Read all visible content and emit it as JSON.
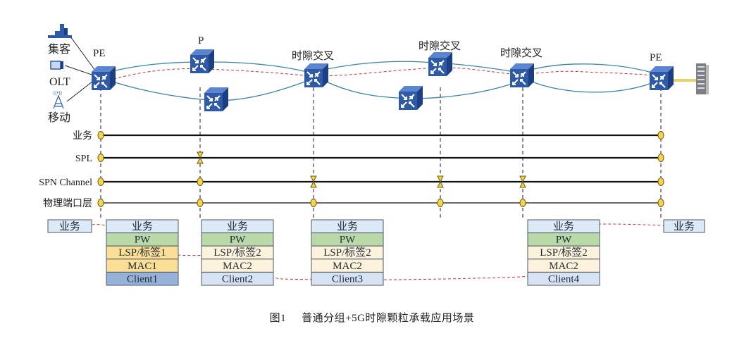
{
  "figure": {
    "caption_number": "图1",
    "caption_text": "普通分组+5G时隙颗粒承载应用场景"
  },
  "access_devices": [
    {
      "label": "集客",
      "icon": "enterprise-building-icon"
    },
    {
      "label": "OLT",
      "icon": "olt-device-icon"
    },
    {
      "label": "移动",
      "icon": "mobile-tower-icon"
    }
  ],
  "nodes": [
    {
      "id": "pe-left",
      "label": "PE",
      "role": "edge"
    },
    {
      "id": "p",
      "label": "P",
      "role": "core"
    },
    {
      "id": "p-lower",
      "label": "",
      "role": "core-alt"
    },
    {
      "id": "tsx-1",
      "label": "时隙交叉",
      "role": "timeslot-cross"
    },
    {
      "id": "tsx-2",
      "label": "时隙交叉",
      "role": "timeslot-cross"
    },
    {
      "id": "tsx-2-lower",
      "label": "",
      "role": "core-alt"
    },
    {
      "id": "tsx-3",
      "label": "时隙交叉",
      "role": "timeslot-cross"
    },
    {
      "id": "pe-right",
      "label": "PE",
      "role": "edge"
    }
  ],
  "server_icon": "server-rack-icon",
  "layers": [
    {
      "label": "业务",
      "markers": [
        "dot",
        "none",
        "none",
        "none",
        "none",
        "dot"
      ]
    },
    {
      "label": "SPL",
      "markers": [
        "dot",
        "bowtie",
        "none",
        "none",
        "none",
        "dot"
      ]
    },
    {
      "label": "SPN Channel",
      "markers": [
        "dot",
        "dot",
        "bowtie",
        "bowtie",
        "bowtie",
        "dot"
      ]
    },
    {
      "label": "物理端口层",
      "markers": [
        "dot",
        "dot",
        "dot",
        "dot",
        "dot",
        "dot"
      ]
    }
  ],
  "protocol_stacks": [
    {
      "layers": [
        "业务",
        "PW",
        "LSP/标签1",
        "MAC1",
        "Client1"
      ],
      "colors": [
        "#dbeaf6",
        "#b9d9a8",
        "#fbdf96",
        "#fbdf96",
        "#97b2d8"
      ]
    },
    {
      "layers": [
        "业务",
        "PW",
        "LSP/标签2",
        "MAC2",
        "Client2"
      ],
      "colors": [
        "#dbeaf6",
        "#b9d9a8",
        "#fdf3dc",
        "#fdf3dc",
        "#d7e3f2"
      ]
    },
    {
      "layers": [
        "业务",
        "PW",
        "LSP/标签2",
        "MAC2",
        "Client3"
      ],
      "colors": [
        "#dbeaf6",
        "#b9d9a8",
        "#fdf3dc",
        "#fdf3dc",
        "#d7e3f2"
      ]
    },
    {
      "layers": [
        "业务",
        "PW",
        "LSP/标签2",
        "MAC2",
        "Client4"
      ],
      "colors": [
        "#dbeaf6",
        "#b9d9a8",
        "#fdf3dc",
        "#fdf3dc",
        "#d7e3f2"
      ]
    }
  ],
  "endpoint_boxes": [
    {
      "label": "业务",
      "side": "left"
    },
    {
      "label": "业务",
      "side": "right"
    }
  ],
  "colors": {
    "router": "#2e5aa8",
    "router_dark": "#1d3f82",
    "ring_line": "#3a86a8",
    "service_path": "#d0303a",
    "marker_fill": "#f5d44a",
    "marker_stroke": "#6b5a10",
    "server_link": "#e8d26a"
  }
}
